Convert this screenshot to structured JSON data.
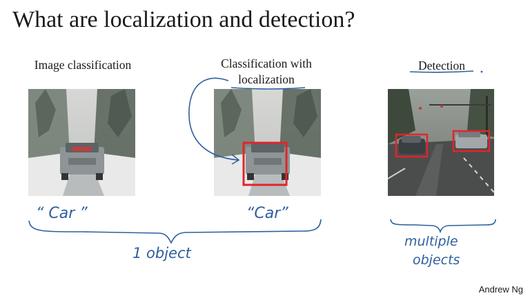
{
  "slide": {
    "title": "What are localization and detection?",
    "columns": {
      "image_classification": "Image classification",
      "classification_with": "Classification with",
      "localization": "localization",
      "detection": "Detection"
    },
    "handwriting": {
      "car_1": "“ Car ”",
      "car_2": "“Car”",
      "one_object": "1 object",
      "multiple": "multiple",
      "objects": "objects"
    },
    "author": "Andrew Ng"
  },
  "colors": {
    "ink": "#2e5f9e",
    "box": "#e0252b"
  }
}
